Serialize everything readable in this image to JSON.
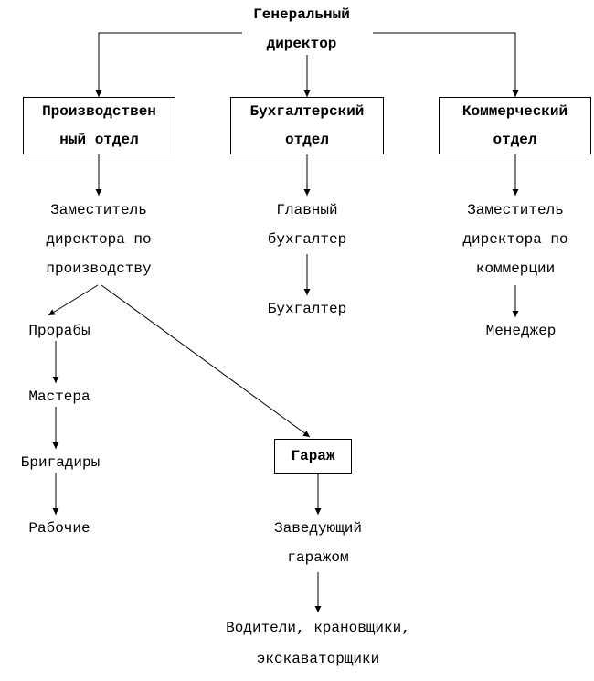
{
  "general_director": {
    "line1": "Генеральный",
    "line2": "директор"
  },
  "departments": {
    "production": {
      "line1": "Производствен",
      "line2": "ный отдел"
    },
    "accounting": {
      "line1": "Бухгалтерский",
      "line2": "отдел"
    },
    "commercial": {
      "line1": "Коммерческий",
      "line2": "отдел"
    }
  },
  "production_branch": {
    "deputy": {
      "line1": "Заместитель",
      "line2": "директора по",
      "line3": "производству"
    },
    "foremen": "Прорабы",
    "masters": "Мастера",
    "brigadiers": "Бригадиры",
    "workers": "Рабочие"
  },
  "accounting_branch": {
    "chief": {
      "line1": "Главный",
      "line2": "бухгалтер"
    },
    "accountant": "Бухгалтер"
  },
  "commercial_branch": {
    "deputy": {
      "line1": "Заместитель",
      "line2": "директора по",
      "line3": "коммерции"
    },
    "manager": "Менеджер"
  },
  "garage_branch": {
    "garage": "Гараж",
    "head": {
      "line1": "Заведующий",
      "line2": "гаражом"
    },
    "staff": {
      "line1": "Водители, крановщики,",
      "line2": "экскаваторщики"
    }
  },
  "colors": {
    "lines": "#000000",
    "background": "#ffffff"
  }
}
